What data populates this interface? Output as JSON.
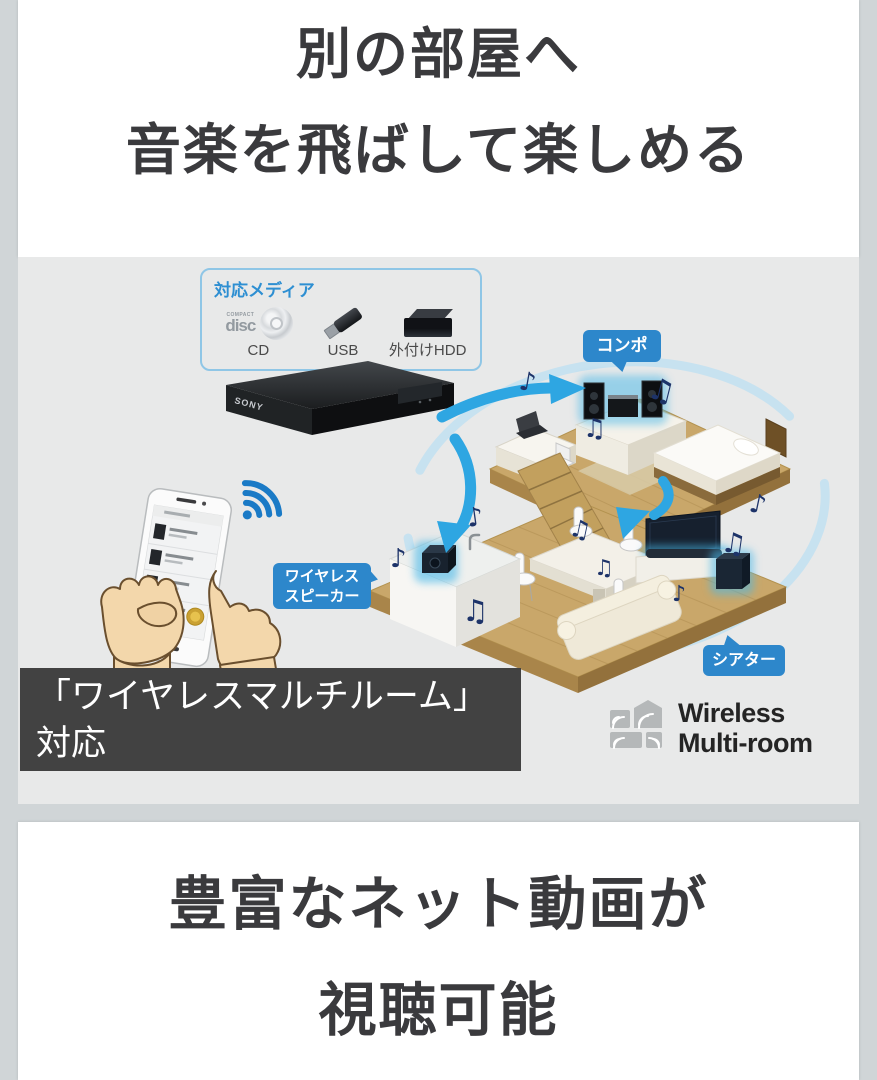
{
  "colors": {
    "page_bg": "#d0d5d7",
    "card_bg": "#ffffff",
    "panel_bg": "#e8e9e9",
    "heading_text": "#3a3a3d",
    "accent_blue": "#2d87cb",
    "media_box_border": "#8fc6e6",
    "caption_bar_bg": "#424242",
    "caption_text": "#ffffff",
    "music_note_blue": "#1d3369",
    "arrow_blue": "#2ea6e2",
    "swirl_blue": "#c3e1f1",
    "wifi_blue": "#1a7ac6"
  },
  "top_banner": {
    "line1": "別の部屋へ",
    "line2": "音楽を飛ばして楽しめる"
  },
  "illustration": {
    "media_box": {
      "title": "対応メディア",
      "cd_logo_top": "COMPACT",
      "cd_logo_main": "disc",
      "items": [
        {
          "label": "CD",
          "icon": "cd-disc-icon"
        },
        {
          "label": "USB",
          "icon": "usb-stick-icon"
        },
        {
          "label": "外付けHDD",
          "icon": "external-hdd-icon"
        }
      ]
    },
    "player": {
      "brand": "SONY"
    },
    "bubbles": {
      "compo": "コンポ",
      "wireless_speaker_line1": "ワイヤレス",
      "wireless_speaker_line2": "スピーカー",
      "theater": "シアター"
    },
    "caption_bar": {
      "line1": "「ワイヤレスマルチルーム」",
      "line2": "対応"
    },
    "multiroom_logo": {
      "line1": "Wireless",
      "line2": "Multi-room",
      "icon": "wireless-house-icon"
    }
  },
  "bottom_banner": {
    "line1": "豊富なネット動画が",
    "line2": "視聴可能"
  }
}
